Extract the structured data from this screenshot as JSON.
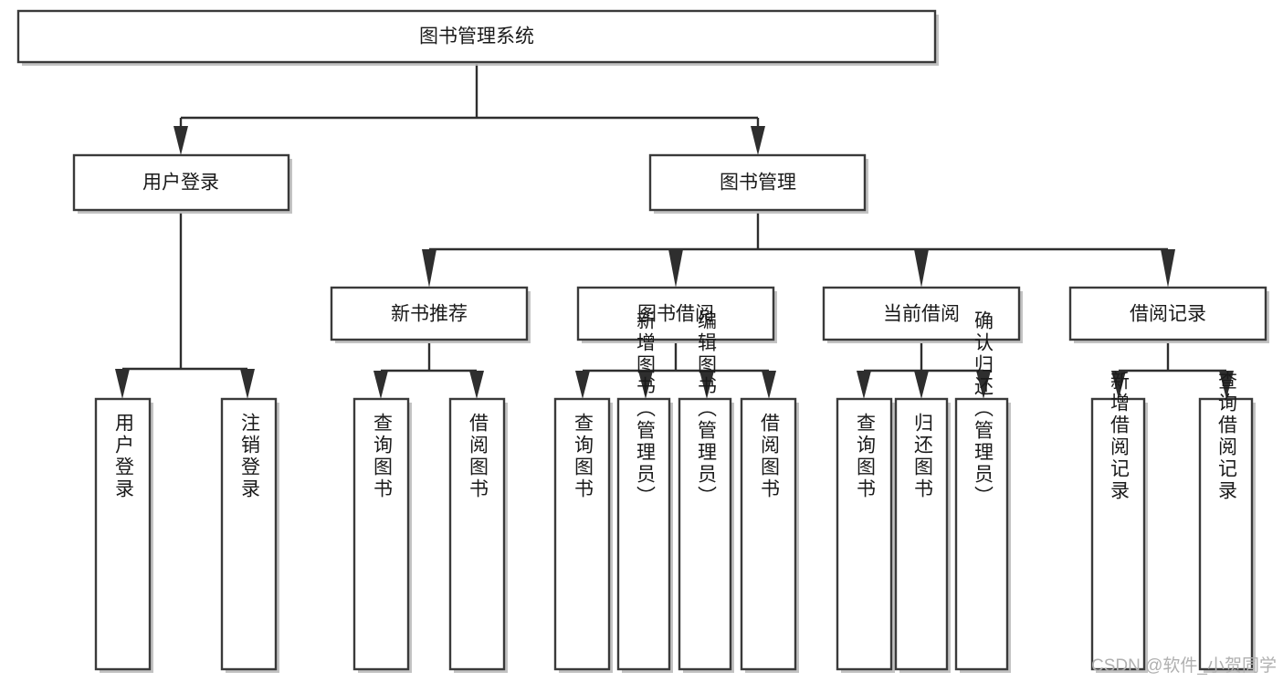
{
  "diagram": {
    "type": "tree-hierarchy-chart",
    "title": "图书管理系统",
    "orientation": "top-down",
    "colors": {
      "box_fill": "#ffffff",
      "box_stroke": "#3a3a3a",
      "connector": "#2e2e2e",
      "text": "#1a1a1a",
      "watermark": "#b0b0b0",
      "background": "#ffffff"
    },
    "root": {
      "id": "root",
      "label": "图书管理系统",
      "orientation": "horizontal"
    },
    "level2": [
      {
        "id": "user-login",
        "label": "用户登录",
        "orientation": "horizontal"
      },
      {
        "id": "book-management",
        "label": "图书管理",
        "orientation": "horizontal"
      }
    ],
    "level3": [
      {
        "id": "new-book-recommend",
        "label": "新书推荐",
        "orientation": "horizontal",
        "parent": "book-management"
      },
      {
        "id": "book-borrow",
        "label": "图书借阅",
        "orientation": "horizontal",
        "parent": "book-management"
      },
      {
        "id": "current-borrow",
        "label": "当前借阅",
        "orientation": "horizontal",
        "parent": "book-management"
      },
      {
        "id": "borrow-record",
        "label": "借阅记录",
        "orientation": "horizontal",
        "parent": "book-management"
      }
    ],
    "leaves": [
      {
        "id": "leaf-user-login",
        "label": "用户登录",
        "orientation": "vertical",
        "parent": "user-login"
      },
      {
        "id": "leaf-logout",
        "label": "注销登录",
        "orientation": "vertical",
        "parent": "user-login"
      },
      {
        "id": "leaf-query-book-1",
        "label": "查询图书",
        "orientation": "vertical",
        "parent": "new-book-recommend"
      },
      {
        "id": "leaf-borrow-book-1",
        "label": "借阅图书",
        "orientation": "vertical",
        "parent": "new-book-recommend"
      },
      {
        "id": "leaf-query-book-2",
        "label": "查询图书",
        "orientation": "vertical",
        "parent": "book-borrow"
      },
      {
        "id": "leaf-add-book",
        "label": "新增图书（管理员）",
        "orientation": "vertical",
        "parent": "book-borrow"
      },
      {
        "id": "leaf-edit-book",
        "label": "编辑图书（管理员）",
        "orientation": "vertical",
        "parent": "book-borrow"
      },
      {
        "id": "leaf-borrow-book-2",
        "label": "借阅图书",
        "orientation": "vertical",
        "parent": "book-borrow"
      },
      {
        "id": "leaf-query-book-3",
        "label": "查询图书",
        "orientation": "vertical",
        "parent": "current-borrow"
      },
      {
        "id": "leaf-return-book",
        "label": "归还图书",
        "orientation": "vertical",
        "parent": "current-borrow"
      },
      {
        "id": "leaf-confirm-return",
        "label": "确认归还（管理员）",
        "orientation": "vertical",
        "parent": "current-borrow"
      },
      {
        "id": "leaf-add-record",
        "label": "新增借阅记录",
        "orientation": "vertical",
        "parent": "borrow-record"
      },
      {
        "id": "leaf-query-record",
        "label": "查询借阅记录",
        "orientation": "vertical",
        "parent": "borrow-record"
      }
    ]
  },
  "watermark": {
    "text": "CSDN @软件_小贺同学"
  }
}
